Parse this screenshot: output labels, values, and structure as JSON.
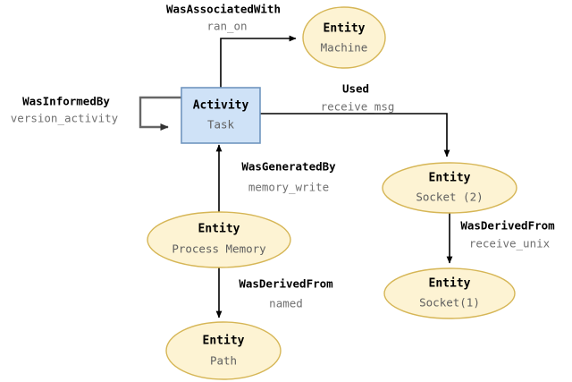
{
  "diagram": {
    "type": "provenance-graph",
    "background": "#ffffff",
    "colors": {
      "entity_fill": "#fdf3d3",
      "entity_stroke": "#d6b656",
      "activity_fill": "#cfe2f7",
      "activity_stroke": "#7096bf",
      "edge_black": "#000000",
      "edge_gray": "#666666",
      "relation_text": "#000000",
      "value_text": "#707070"
    },
    "nodes": [
      {
        "id": "activity-task",
        "kind": "Activity",
        "shape": "rect",
        "title": "Activity",
        "subtitle": "Task"
      },
      {
        "id": "entity-machine",
        "kind": "Entity",
        "shape": "ellipse",
        "title": "Entity",
        "subtitle": "Machine"
      },
      {
        "id": "entity-socket-2",
        "kind": "Entity",
        "shape": "ellipse",
        "title": "Entity",
        "subtitle": "Socket (2)"
      },
      {
        "id": "entity-socket-1",
        "kind": "Entity",
        "shape": "ellipse",
        "title": "Entity",
        "subtitle": "Socket(1)"
      },
      {
        "id": "entity-process-memory",
        "kind": "Entity",
        "shape": "ellipse",
        "title": "Entity",
        "subtitle": "Process Memory"
      },
      {
        "id": "entity-path",
        "kind": "Entity",
        "shape": "ellipse",
        "title": "Entity",
        "subtitle": "Path"
      }
    ],
    "edges": [
      {
        "id": "edge-was-associated-with",
        "relation": "WasAssociatedWith",
        "value": "ran_on",
        "from": "activity-task",
        "to": "entity-machine",
        "style": "black"
      },
      {
        "id": "edge-was-informed-by",
        "relation": "WasInformedBy",
        "value": "version_activity",
        "from": "activity-task",
        "to": "activity-task",
        "style": "gray-self-loop"
      },
      {
        "id": "edge-used",
        "relation": "Used",
        "value": "receive_msg",
        "from": "activity-task",
        "to": "entity-socket-2",
        "style": "black"
      },
      {
        "id": "edge-was-derived-from-unix",
        "relation": "WasDerivedFrom",
        "value": "receive_unix",
        "from": "entity-socket-2",
        "to": "entity-socket-1",
        "style": "black"
      },
      {
        "id": "edge-was-generated-by",
        "relation": "WasGeneratedBy",
        "value": "memory_write",
        "from": "entity-process-memory",
        "to": "activity-task",
        "style": "black"
      },
      {
        "id": "edge-was-derived-from-named",
        "relation": "WasDerivedFrom",
        "value": "named",
        "from": "entity-process-memory",
        "to": "entity-path",
        "style": "black"
      }
    ]
  }
}
